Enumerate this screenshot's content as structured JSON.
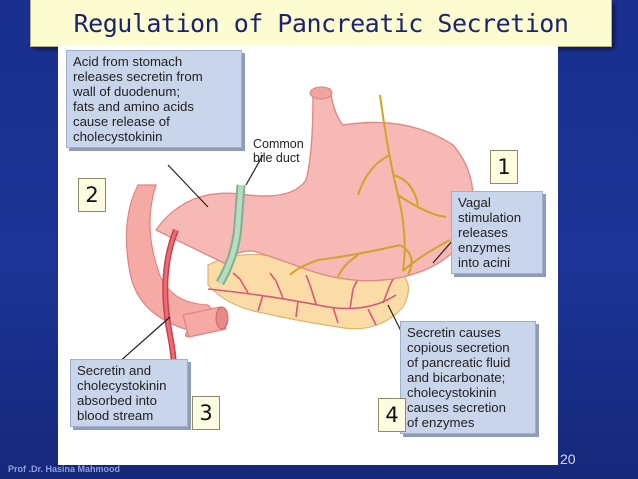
{
  "title": "Regulation of Pancreatic Secretion",
  "labels": {
    "acid": "Acid from stomach\nreleases secretin from\nwall of duodenum;\nfats and amino acids\ncause release of\ncholecystokinin",
    "bile_duct": "Common\nbile duct",
    "vagal": "Vagal\nstimulation\nreleases\nenzymes\ninto acini",
    "absorbed": "Secretin and\ncholecystokinin\nabsorbed into\nblood stream",
    "secretin": "Secretin causes\ncopious secretion\nof pancreatic fluid\nand bicarbonate;\ncholecystokinin\ncauses secretion\nof enzymes"
  },
  "callouts": {
    "one": "1",
    "two": "2",
    "three": "3",
    "four": "4"
  },
  "page_number": "20",
  "author": "Prof .Dr. Hasina Mahmood",
  "colors": {
    "background": "#1c3496",
    "title_box": "#fdfbd0",
    "label_box": "#c9d5ea",
    "stomach": "#f4b3b0",
    "nerve": "#d7a52a",
    "blood_vessel": "#e0535b",
    "bile_duct": "#9ac7a6"
  }
}
